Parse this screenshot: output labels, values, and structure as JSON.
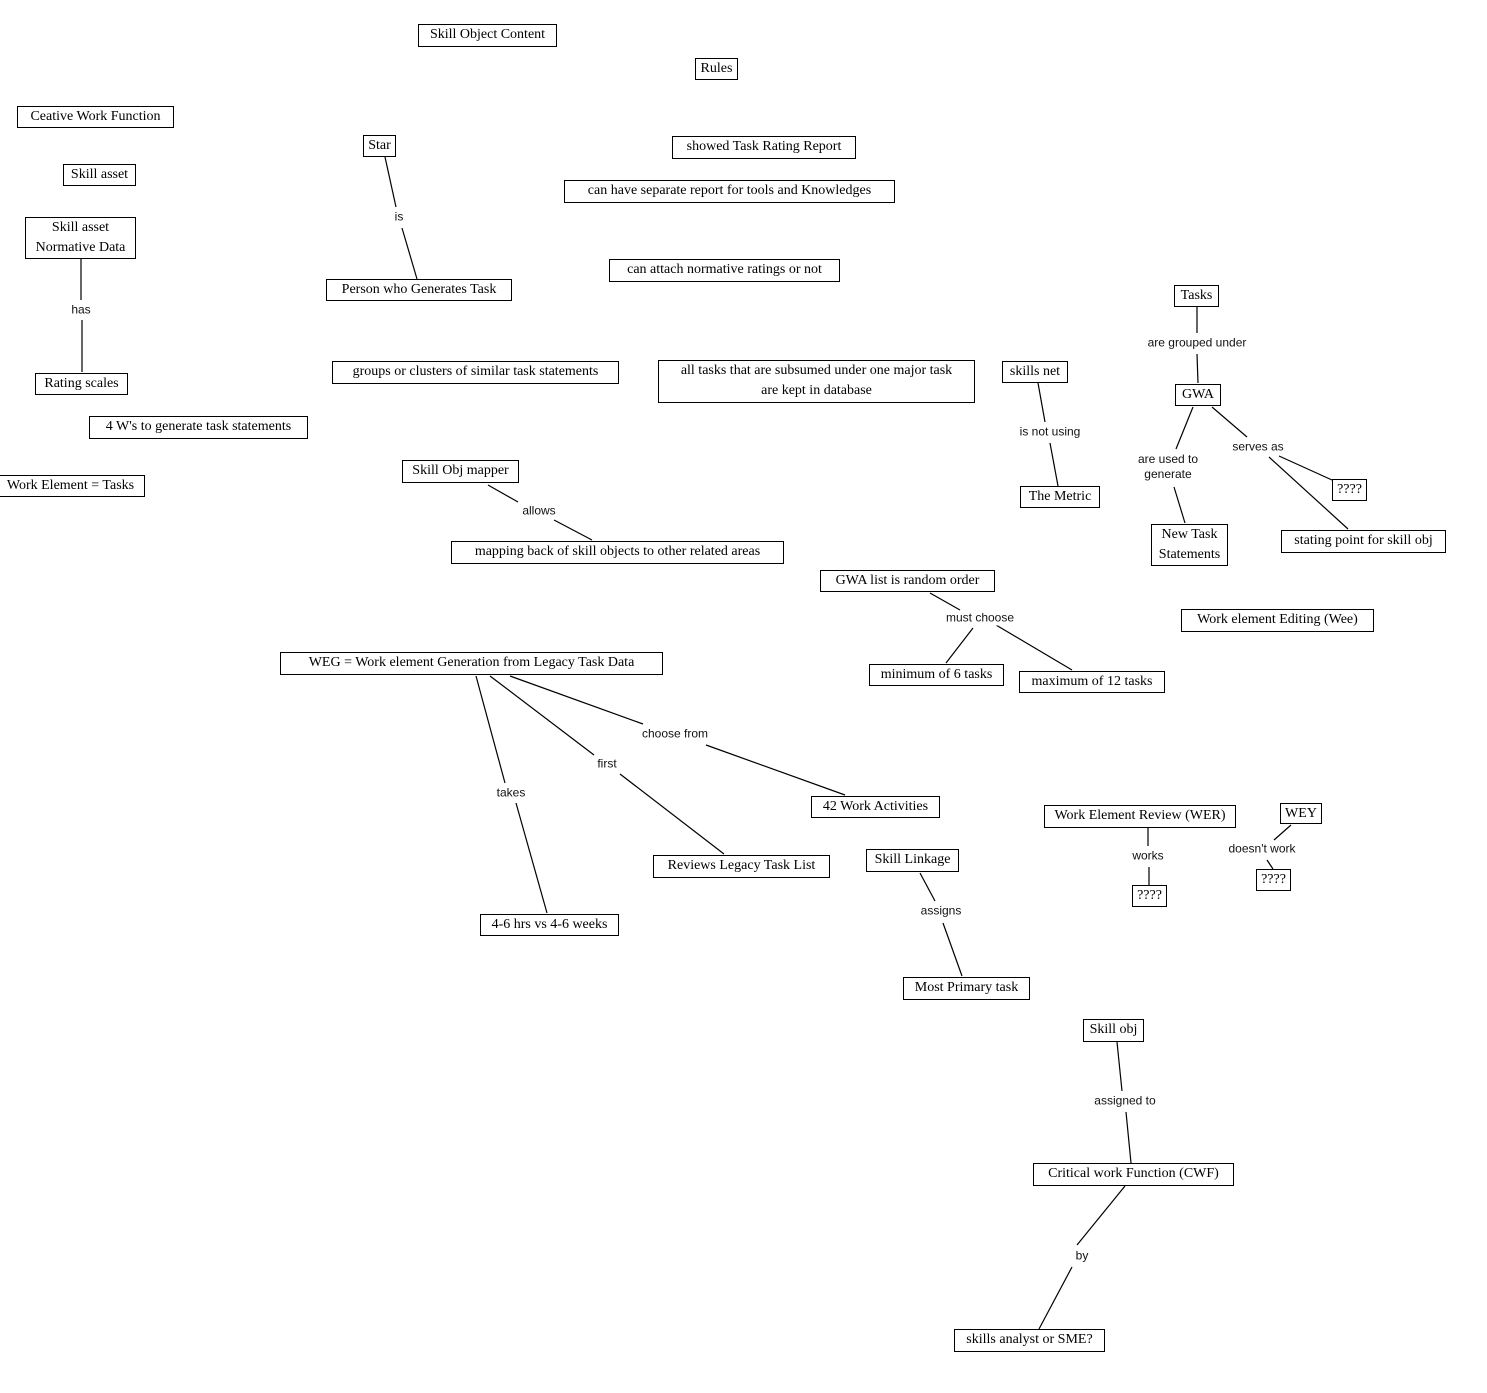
{
  "nodes": {
    "skill_object_content": "Skill Object Content",
    "rules": "Rules",
    "ceative_work_function": "Ceative Work Function",
    "skill_asset": "Skill asset",
    "skill_asset_normative": [
      "Skill asset",
      "Normative Data"
    ],
    "rating_scales": "Rating scales",
    "four_ws": "4 W's to generate task statements",
    "work_element_tasks": "Work Element = Tasks",
    "star": "Star",
    "person_generates_task": "Person who Generates Task",
    "showed_task_rating_report": "showed Task Rating Report",
    "separate_report": "can have separate report for tools and Knowledges",
    "attach_normative": "can attach normative ratings or not",
    "groups_clusters": "groups or clusters of similar task statements",
    "all_tasks_subsumed": [
      "all tasks that are subsumed under one major task",
      "are kept in database"
    ],
    "skills_net": "skills net",
    "the_metric": "The Metric",
    "tasks": "Tasks",
    "gwa": "GWA",
    "unknown_1": "????",
    "new_task_statements": [
      "New Task",
      "Statements"
    ],
    "stating_point": "stating point for skill obj",
    "skill_obj_mapper": "Skill Obj mapper",
    "mapping_back": "mapping back of skill objects to other related areas",
    "gwa_list_random": "GWA list is random order",
    "minimum_6": "minimum of 6 tasks",
    "maximum_12": "maximum of 12 tasks",
    "wee": "Work element Editing (Wee)",
    "weg": "WEG = Work element Generation from Legacy Task Data",
    "work_activities_42": "42 Work Activities",
    "reviews_legacy": "Reviews Legacy Task List",
    "hrs_weeks": "4-6 hrs vs 4-6 weeks",
    "wer": "Work Element Review (WER)",
    "unknown_2": "????",
    "wey": "WEY",
    "unknown_3": "????",
    "skill_linkage": "Skill Linkage",
    "most_primary_task": "Most Primary task",
    "skill_obj": "Skill obj",
    "cwf": "Critical work Function (CWF)",
    "skills_analyst": "skills analyst or SME?"
  },
  "links": {
    "has": "has",
    "is": "is",
    "are_grouped_under": "are grouped under",
    "is_not_using": "is not using",
    "are_used_to_generate": [
      "are used to",
      "generate"
    ],
    "serves_as": "serves as",
    "allows": "allows",
    "must_choose": "must choose",
    "takes": "takes",
    "first": "first",
    "choose_from": "choose from",
    "works": "works",
    "doesnt_work": "doesn't work",
    "assigns": "assigns",
    "assigned_to": "assigned to",
    "by": "by"
  }
}
